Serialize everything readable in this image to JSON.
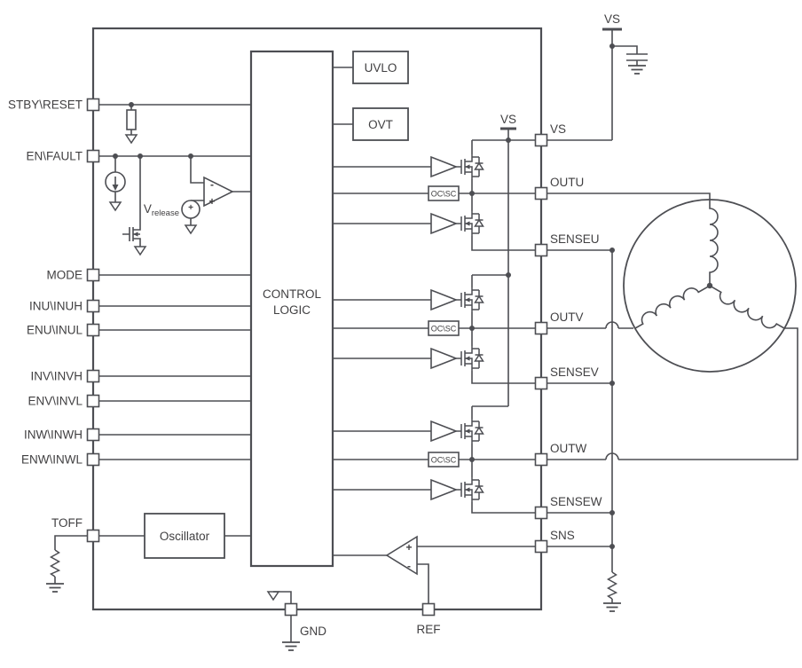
{
  "pins": {
    "left": [
      "STBY\\RESET",
      "EN\\FAULT",
      "MODE",
      "INU\\INUH",
      "ENU\\INUL",
      "INV\\INVH",
      "ENV\\INVL",
      "INW\\INWH",
      "ENW\\INWL",
      "TOFF"
    ],
    "right": [
      "VS",
      "OUTU",
      "SENSEU",
      "OUTV",
      "SENSEV",
      "OUTW",
      "SENSEW",
      "SNS"
    ],
    "bottom": [
      "GND",
      "REF"
    ]
  },
  "blocks": {
    "control_logic_line1": "CONTROL",
    "control_logic_line2": "LOGIC",
    "uvlo": "UVLO",
    "ovt": "OVT",
    "oscillator": "Oscillator",
    "ocsc": "OC\\SC"
  },
  "supply": {
    "vs_top": "VS",
    "vs_rail": "VS"
  },
  "analog": {
    "v_release_base": "V",
    "v_release_sub": "release"
  },
  "symbols": {
    "plus": "+",
    "minus": "-"
  },
  "colors": {
    "line": "#4d4e53",
    "text": "#414042",
    "background": "#ffffff"
  }
}
